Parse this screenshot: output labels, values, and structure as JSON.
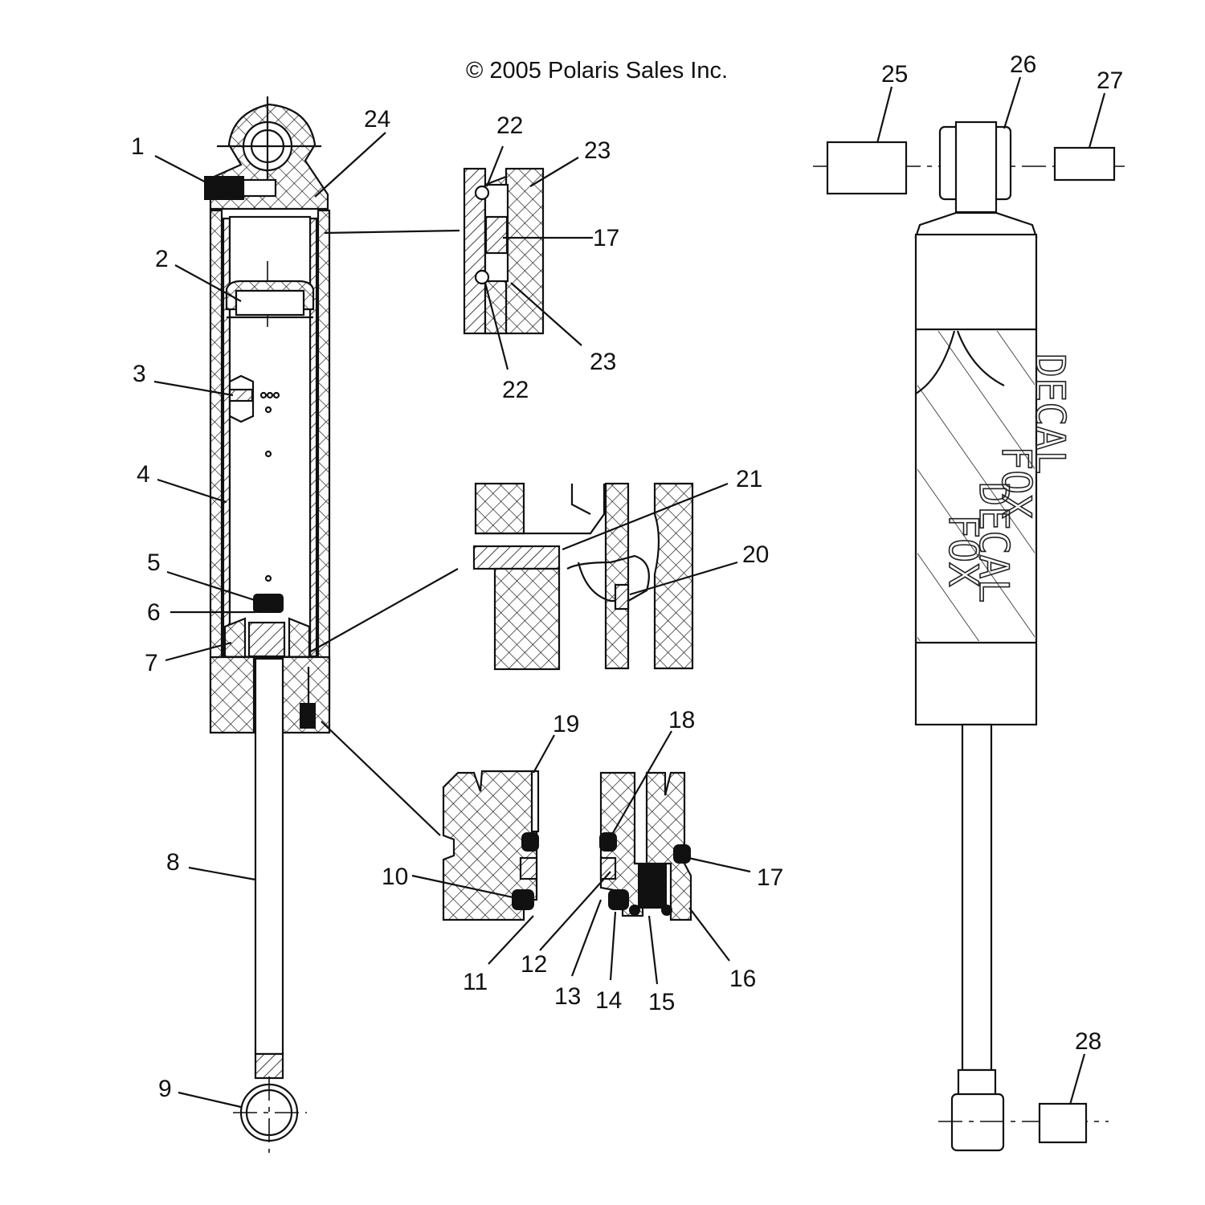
{
  "copyright": "© 2005 Polaris Sales Inc.",
  "decal": {
    "line1": "FOX",
    "line2": "DECAL"
  },
  "callouts": {
    "c1": "1",
    "c2": "2",
    "c3": "3",
    "c4": "4",
    "c5": "5",
    "c6": "6",
    "c7": "7",
    "c8": "8",
    "c9": "9",
    "c10": "10",
    "c11": "11",
    "c12": "12",
    "c13": "13",
    "c14": "14",
    "c15": "15",
    "c16": "16",
    "c17a": "17",
    "c17b": "17",
    "c18": "18",
    "c19": "19",
    "c20": "20",
    "c21": "21",
    "c22a": "22",
    "c22b": "22",
    "c23a": "23",
    "c23b": "23",
    "c24": "24",
    "c25": "25",
    "c26": "26",
    "c27": "27",
    "c28": "28"
  }
}
